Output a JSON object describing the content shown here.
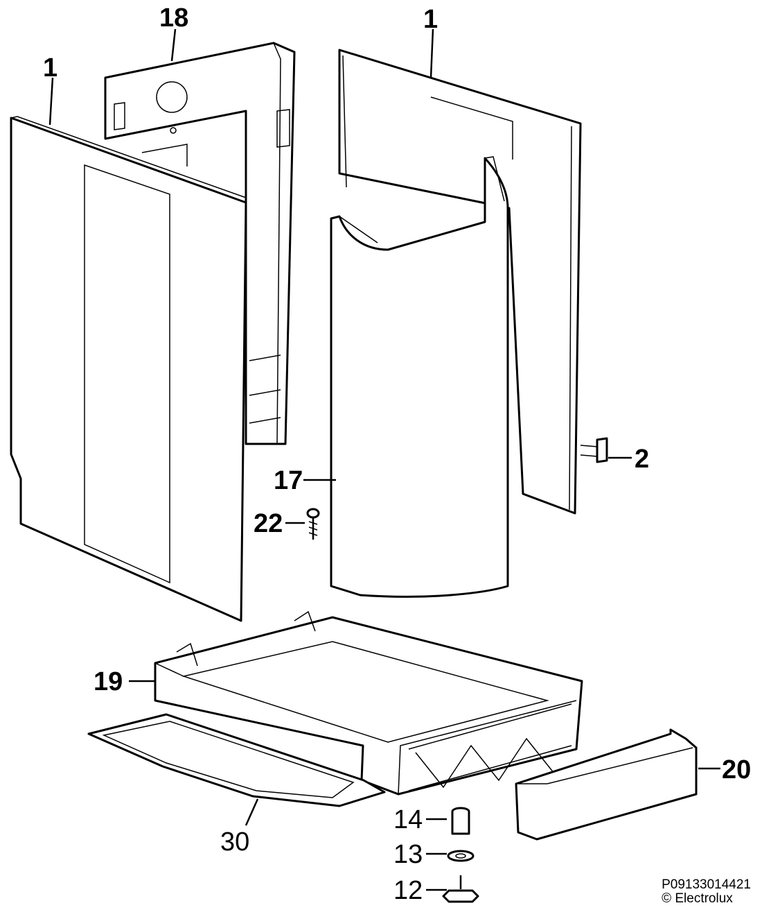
{
  "callouts": [
    {
      "id": "c1a",
      "text": "1",
      "bold": true
    },
    {
      "id": "c18",
      "text": "18",
      "bold": true
    },
    {
      "id": "c1b",
      "text": "1",
      "bold": true
    },
    {
      "id": "c2",
      "text": "2",
      "bold": true
    },
    {
      "id": "c17",
      "text": "17",
      "bold": true
    },
    {
      "id": "c22",
      "text": "22",
      "bold": true
    },
    {
      "id": "c19",
      "text": "19",
      "bold": true
    },
    {
      "id": "c20",
      "text": "20",
      "bold": true
    },
    {
      "id": "c14",
      "text": "14",
      "bold": false
    },
    {
      "id": "c13",
      "text": "13",
      "bold": false
    },
    {
      "id": "c12",
      "text": "12",
      "bold": false
    },
    {
      "id": "c30",
      "text": "30",
      "bold": false
    }
  ],
  "footer": {
    "drawing_number": "P09133014421",
    "copyright": "© Electrolux"
  }
}
